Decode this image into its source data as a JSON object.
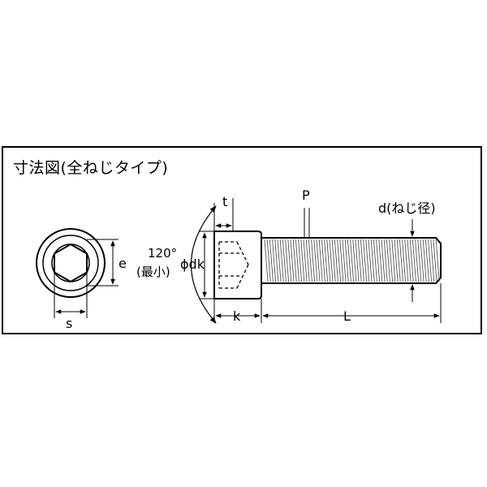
{
  "title": "寸法図(全ねじタイプ)",
  "labels": {
    "e": "e",
    "s": "s",
    "t": "t",
    "angle": "120°",
    "angle_note": "(最小)",
    "dk": "ϕdk",
    "k": "k",
    "L": "L",
    "P": "P",
    "d": "d(ねじ径)"
  },
  "colors": {
    "line": "#000000",
    "thread": "#555555",
    "background": "#ffffff"
  }
}
